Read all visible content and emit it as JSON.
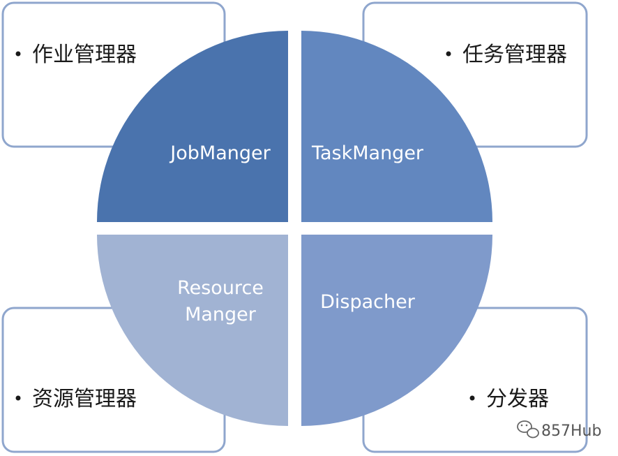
{
  "diagram": {
    "quadrants": [
      {
        "id": "top-left",
        "lines": [
          "JobManger"
        ],
        "color": "#4a73ad"
      },
      {
        "id": "top-right",
        "lines": [
          "TaskManger"
        ],
        "color": "#6287bf"
      },
      {
        "id": "bottom-left",
        "lines": [
          "Resource",
          "Manger"
        ],
        "color": "#a1b3d3"
      },
      {
        "id": "bottom-right",
        "lines": [
          "Dispacher"
        ],
        "color": "#7f9acb"
      }
    ],
    "boxes": [
      {
        "id": "top-left",
        "label": "作业管理器"
      },
      {
        "id": "top-right",
        "label": "任务管理器"
      },
      {
        "id": "bottom-left",
        "label": "资源管理器"
      },
      {
        "id": "bottom-right",
        "label": "分发器"
      }
    ],
    "box_border_color": "#8fa6cd"
  },
  "watermark": {
    "text": "857Hub",
    "icon": "wechat-icon"
  }
}
